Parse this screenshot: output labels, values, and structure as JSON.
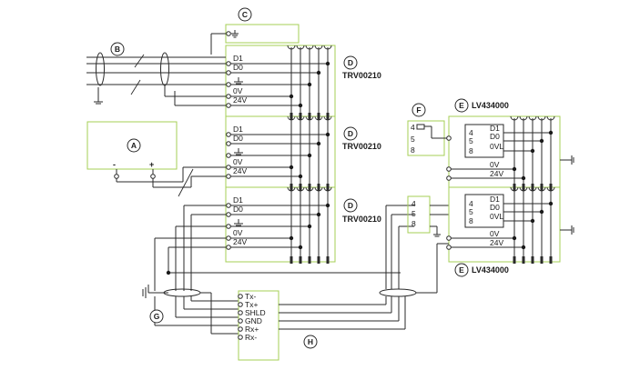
{
  "callouts": {
    "A": "A",
    "B": "B",
    "C": "C",
    "D": "D",
    "E": "E",
    "F": "F",
    "G": "G",
    "H": "H"
  },
  "trv": {
    "model": "TRV00210",
    "terminals": [
      "D1",
      "D0",
      "0V",
      "24V"
    ]
  },
  "lv": {
    "model": "LV434000",
    "connector_pins": [
      "4",
      "5",
      "8"
    ],
    "terminals": [
      "D1",
      "D0",
      "0VL",
      "0V",
      "24V"
    ]
  },
  "psu": {
    "minus": "-",
    "plus": "+"
  },
  "rs485": {
    "pins": [
      "Tx-",
      "Tx+",
      "SHLD",
      "GND",
      "Rx+",
      "Rx-"
    ]
  },
  "colors": {
    "module_border": "#a6cf55",
    "wire": "#2a2a2a"
  }
}
